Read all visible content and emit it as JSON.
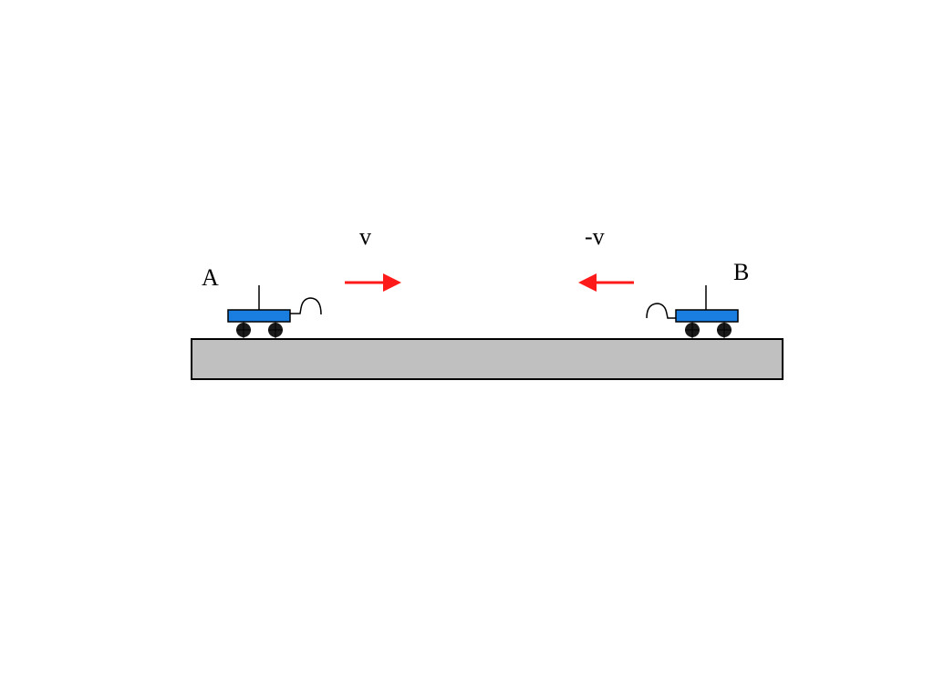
{
  "labels": {
    "cart_a": "A",
    "cart_b": "B",
    "velocity_a": "v",
    "velocity_b": "-v"
  },
  "colors": {
    "cart_body": "#1a7de0",
    "wheel": "#1a1a1a",
    "arrow": "#ff1a1a",
    "track": "#c0c0c0",
    "line": "#000000",
    "background": "#ffffff"
  },
  "icons": {
    "cart_a": "cart-icon",
    "cart_b": "cart-icon",
    "arrow_a": "arrow-right-icon",
    "arrow_b": "arrow-left-icon",
    "spring_a": "spring-coupler-icon",
    "spring_b": "spring-coupler-icon"
  }
}
